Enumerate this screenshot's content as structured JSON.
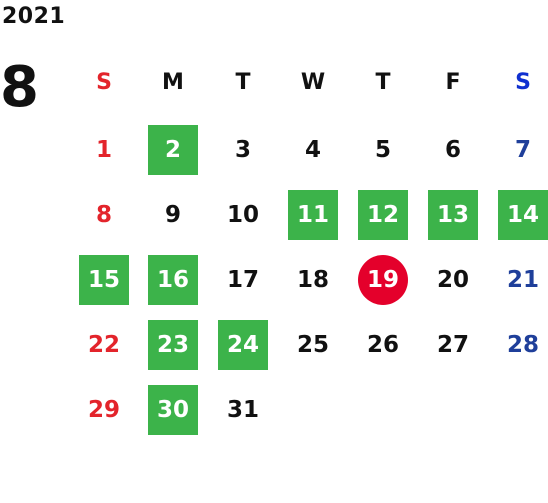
{
  "calendar": {
    "year": "2021",
    "month": "8",
    "weekdays": [
      "S",
      "M",
      "T",
      "W",
      "T",
      "F",
      "S"
    ],
    "weeks": [
      [
        "",
        "",
        "",
        "",
        "",
        "",
        ""
      ],
      [
        "1",
        "2",
        "3",
        "4",
        "5",
        "6",
        "7"
      ],
      [
        "8",
        "9",
        "10",
        "11",
        "12",
        "13",
        "14"
      ],
      [
        "15",
        "16",
        "17",
        "18",
        "19",
        "20",
        "21"
      ],
      [
        "22",
        "23",
        "24",
        "25",
        "26",
        "27",
        "28"
      ],
      [
        "29",
        "30",
        "31",
        "",
        "",
        "",
        ""
      ]
    ],
    "highlighted_days": [
      "2",
      "11",
      "12",
      "13",
      "14",
      "15",
      "16",
      "23",
      "24",
      "30"
    ],
    "today": "19",
    "colors": {
      "highlight": "#3cb34a",
      "today": "#e4002b",
      "sunday": "#e3242b",
      "saturday": "#1f3f9a",
      "weekday": "#111111"
    }
  }
}
